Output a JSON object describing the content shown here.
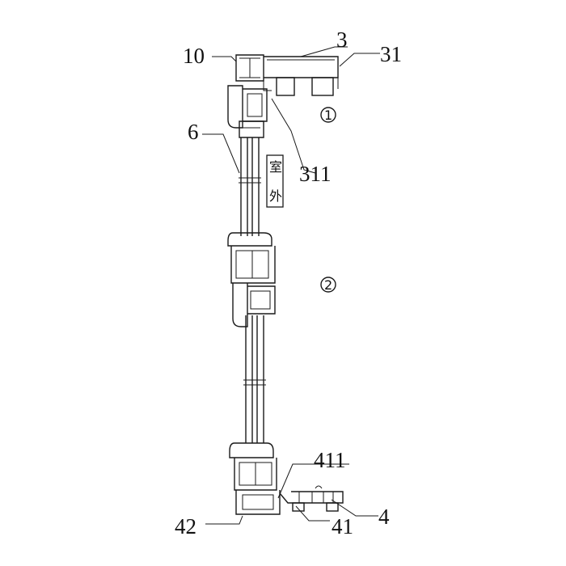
{
  "labels": {
    "l10": "10",
    "l3": "3",
    "l31": "31",
    "l6": "6",
    "l311": "311",
    "l411": "411",
    "l42": "42",
    "l41": "41",
    "l4": "4"
  },
  "side_note": {
    "char1": "室",
    "char2": "外"
  },
  "markers": {
    "m1": "1",
    "m2": "2"
  }
}
